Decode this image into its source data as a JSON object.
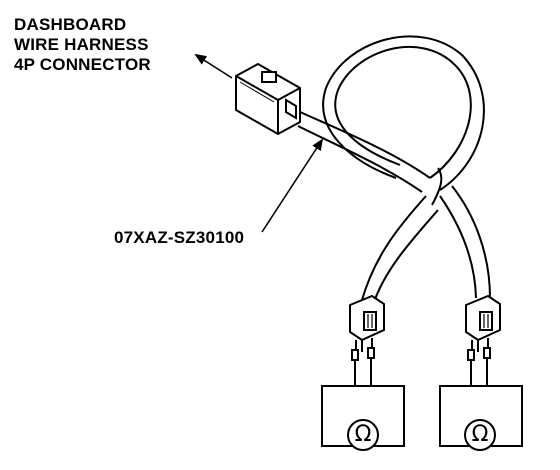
{
  "labels": {
    "connector_line1": "DASHBOARD",
    "connector_line2": "WIRE HARNESS",
    "connector_line3": "4P CONNECTOR",
    "tool_part_number": "07XAZ-SZ30100"
  },
  "meters": {
    "left_symbol": "Ω",
    "right_symbol": "Ω"
  },
  "icons": {
    "connector": "4p-connector-icon",
    "probe": "test-probe-icon",
    "meter": "ohmmeter-icon"
  },
  "colors": {
    "ink": "#000000",
    "background": "#ffffff"
  }
}
